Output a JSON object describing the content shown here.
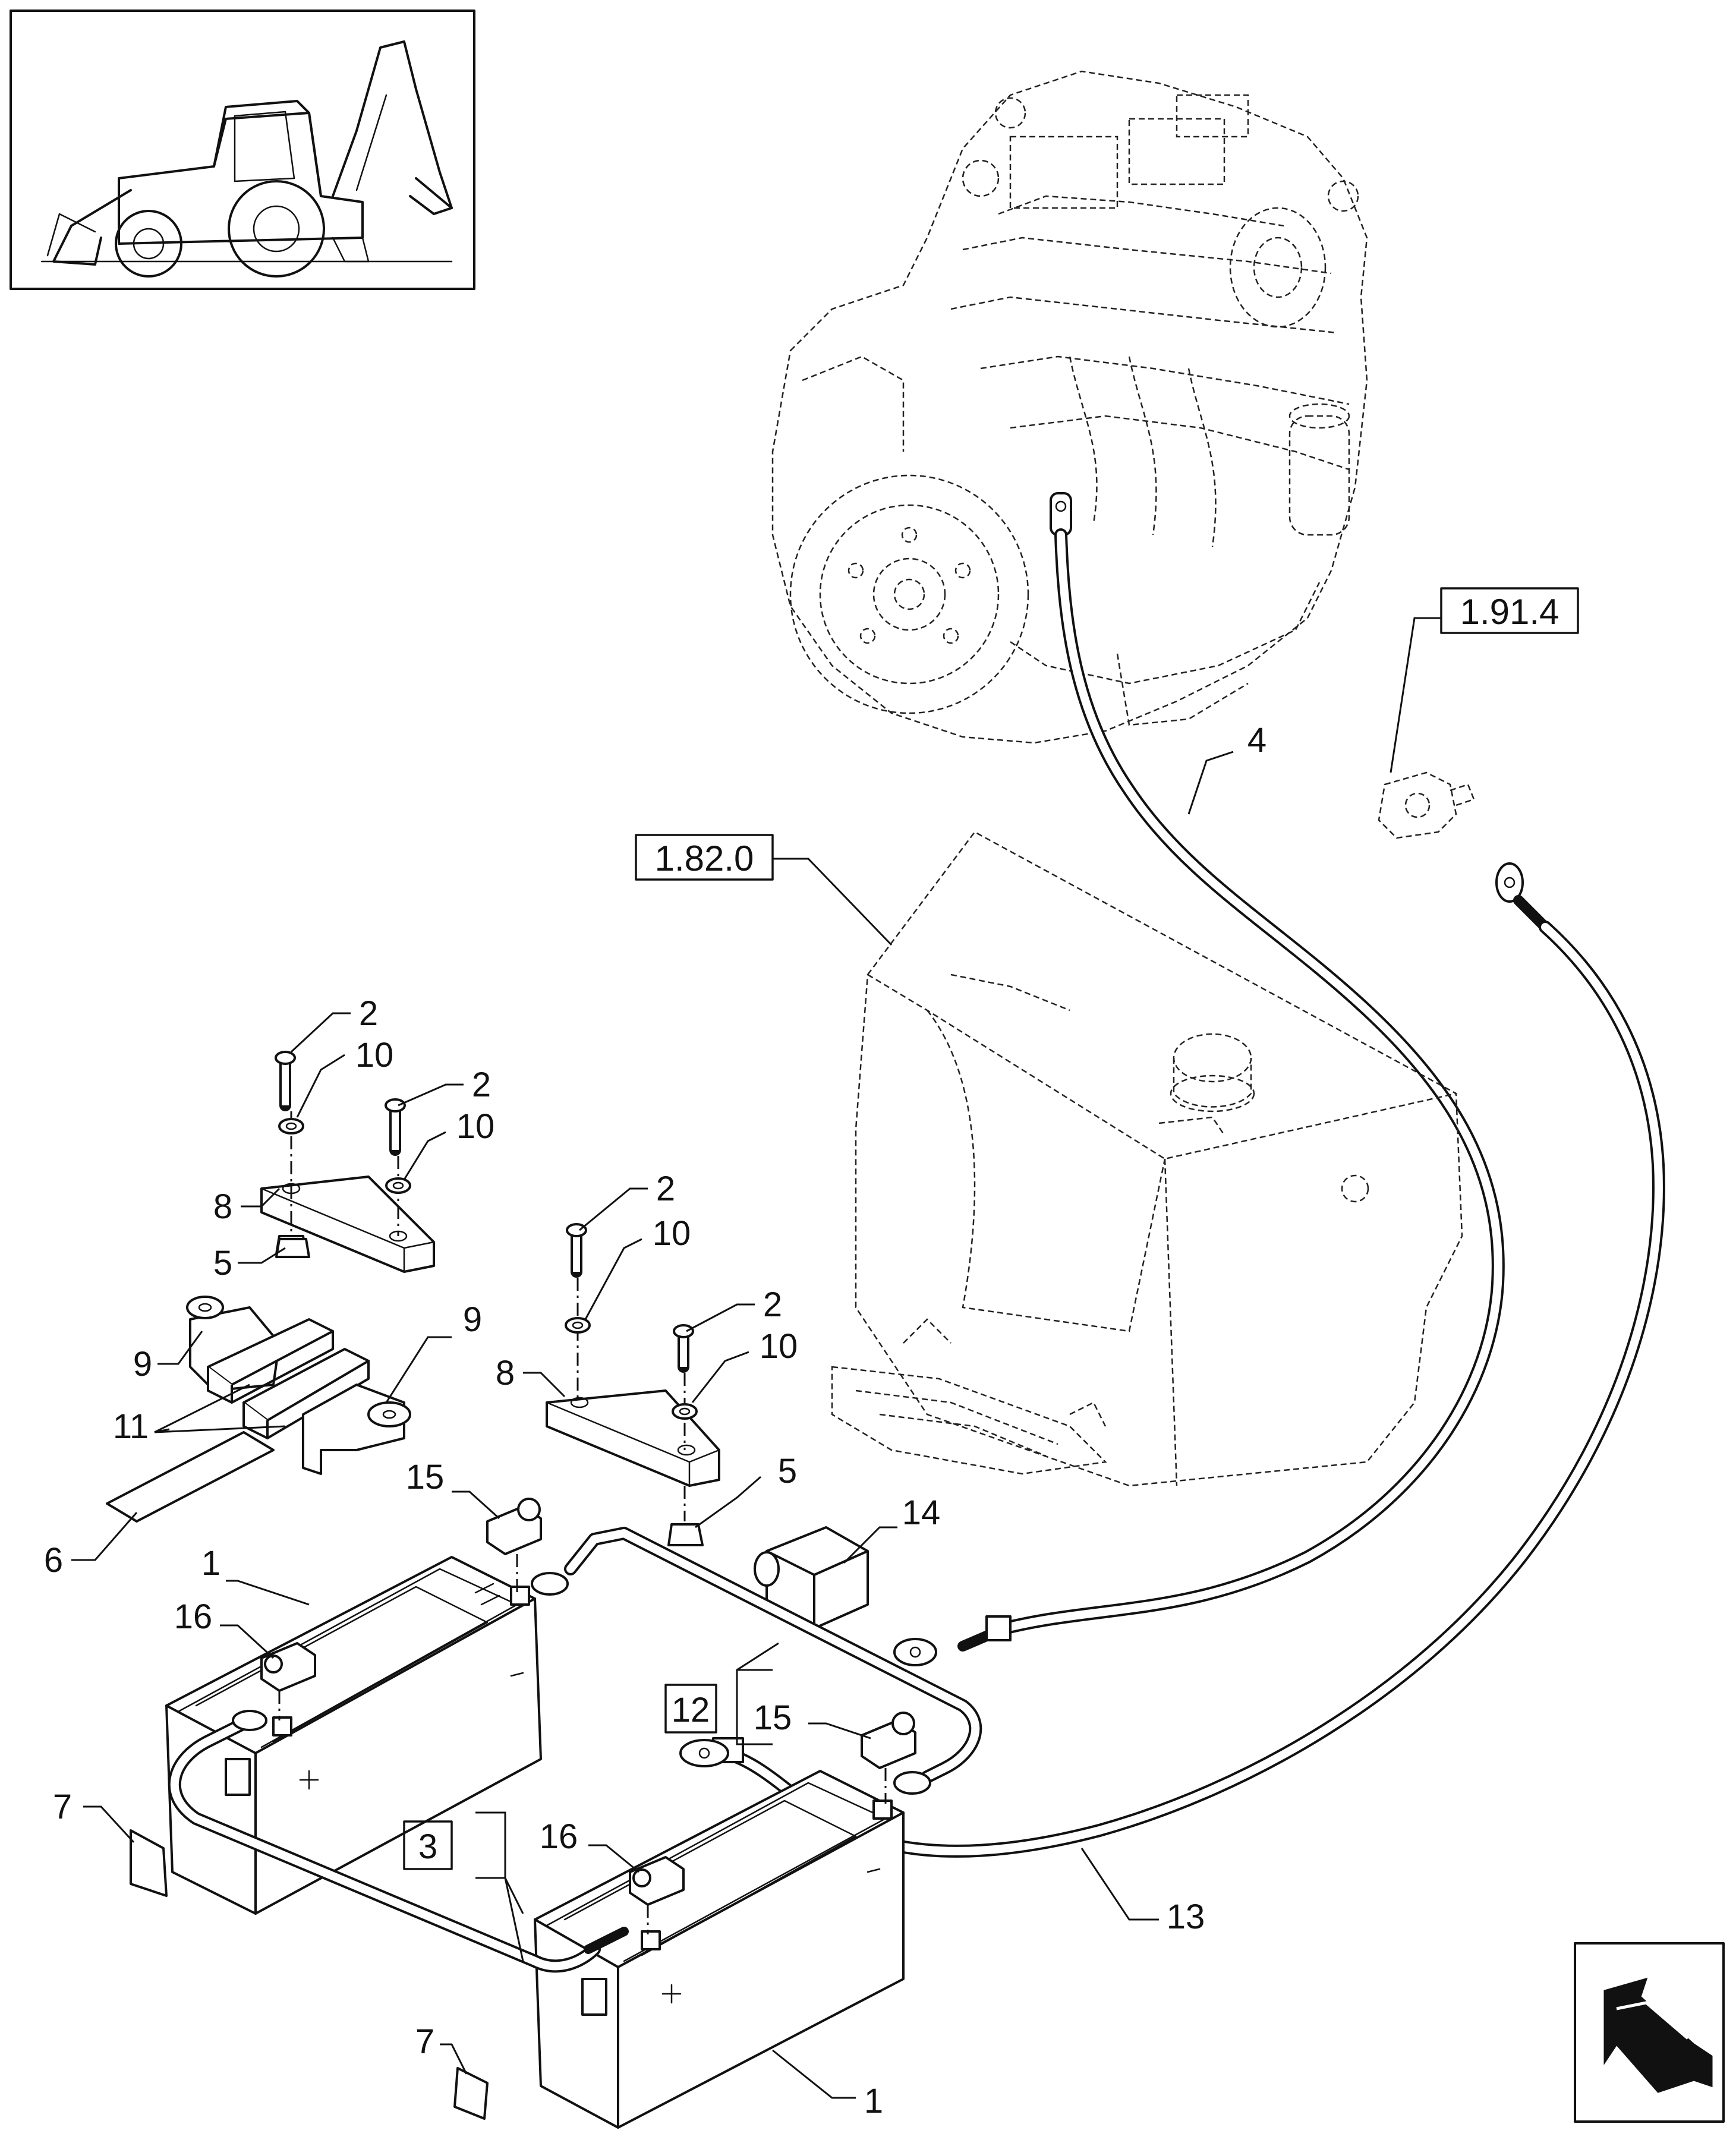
{
  "callouts": {
    "c1a": "1",
    "c1b": "1",
    "c2a": "2",
    "c2b": "2",
    "c2c": "2",
    "c2d": "2",
    "c3": "3",
    "c4": "4",
    "c5a": "5",
    "c5b": "5",
    "c6": "6",
    "c7a": "7",
    "c7b": "7",
    "c8a": "8",
    "c8b": "8",
    "c9a": "9",
    "c9b": "9",
    "c10a": "10",
    "c10b": "10",
    "c10c": "10",
    "c10d": "10",
    "c11": "11",
    "c12": "12",
    "c13": "13",
    "c14": "14",
    "c15a": "15",
    "c15b": "15",
    "c16a": "16",
    "c16b": "16"
  },
  "references": {
    "engine_ref": "1.91.4",
    "tank_ref": "1.82.0"
  },
  "icons": {
    "machine_thumbnail": "backhoe-loader-icon",
    "nav_arrow": "next-page-arrow-icon"
  }
}
